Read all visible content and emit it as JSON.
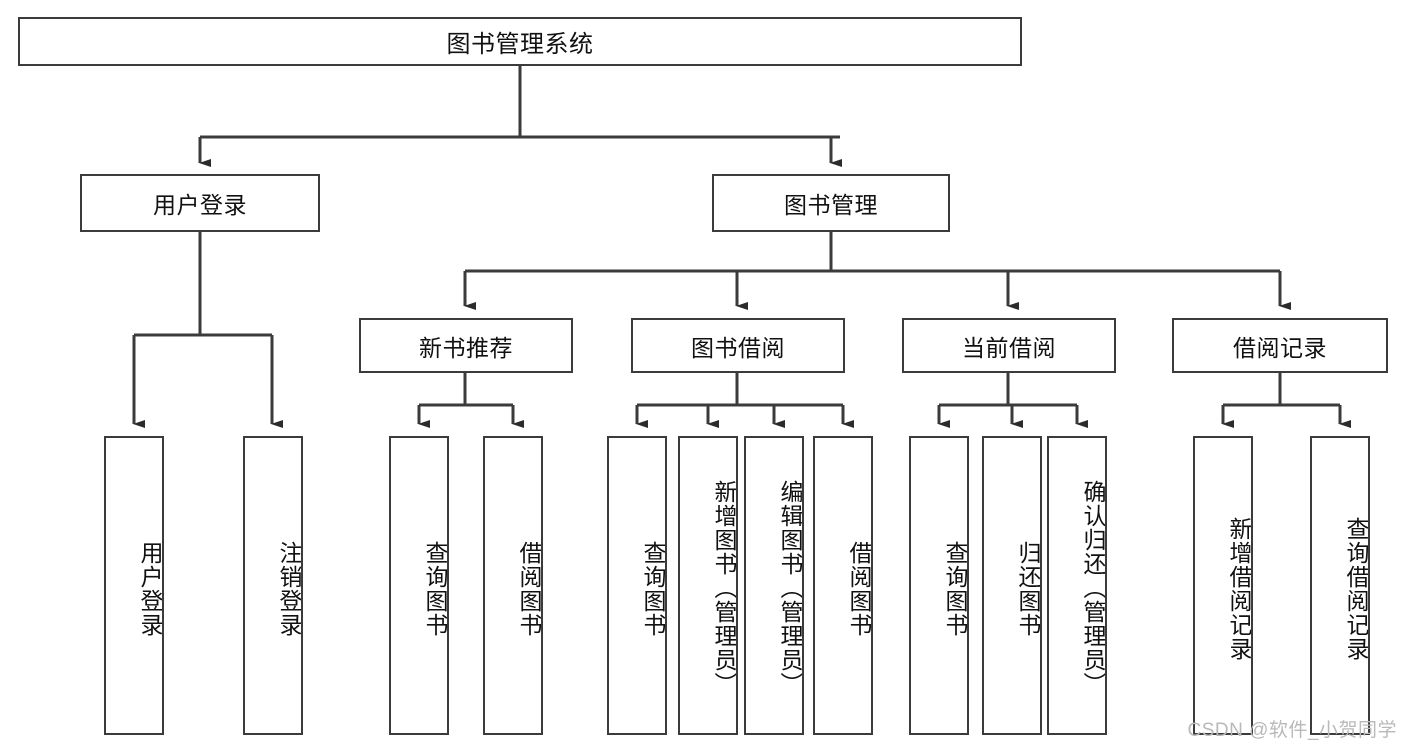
{
  "diagram": {
    "title": "图书管理系统",
    "watermark": "CSDN @软件_小贺同学",
    "line_color": "#3b3b3b",
    "text_color": "#111111",
    "background": "#ffffff",
    "levels": {
      "root": {
        "label": "图书管理系统"
      },
      "level2": [
        {
          "label": "用户登录"
        },
        {
          "label": "图书管理"
        }
      ],
      "level3": [
        {
          "label": "新书推荐"
        },
        {
          "label": "图书借阅"
        },
        {
          "label": "当前借阅"
        },
        {
          "label": "借阅记录"
        }
      ],
      "leaves": {
        "user_login": [
          {
            "label": "用户登录"
          },
          {
            "label": "注销登录"
          }
        ],
        "new_book_recommend": [
          {
            "label": "查询图书"
          },
          {
            "label": "借阅图书"
          }
        ],
        "book_borrow": [
          {
            "label": "查询图书"
          },
          {
            "label": "新增图书（管理员）"
          },
          {
            "label": "编辑图书（管理员）"
          },
          {
            "label": "借阅图书"
          }
        ],
        "current_borrow": [
          {
            "label": "查询图书"
          },
          {
            "label": "归还图书"
          },
          {
            "label": "确认归还（管理员）"
          }
        ],
        "borrow_records": [
          {
            "label": "新增借阅记录"
          },
          {
            "label": "查询借阅记录"
          }
        ]
      }
    }
  }
}
